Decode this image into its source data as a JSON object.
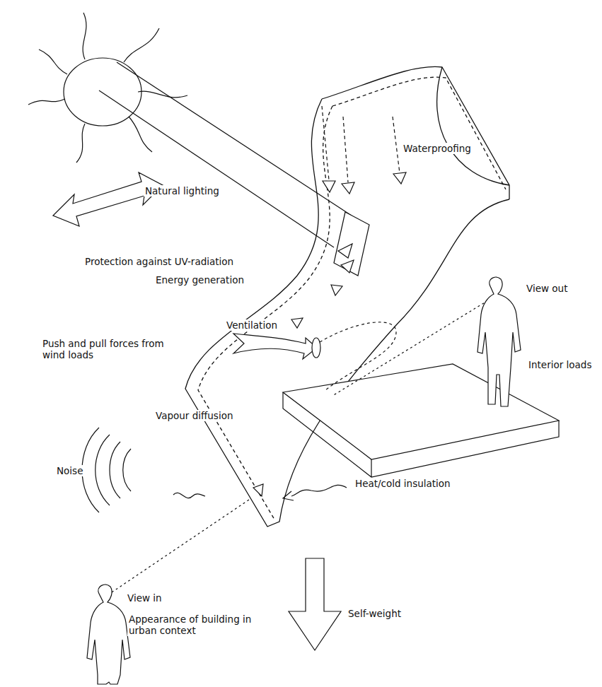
{
  "diagram": {
    "labels": [
      "Natural lighting",
      "Waterproofing",
      "Protection against UV-radiation",
      "Energy generation",
      "Ventilation",
      "View out",
      "Push and pull forces from wind loads",
      "Interior loads",
      "Vapour diffusion",
      "Noise",
      "Heat/cold insulation",
      "View in",
      "Appearance of building in urban context",
      "Self-weight"
    ]
  }
}
